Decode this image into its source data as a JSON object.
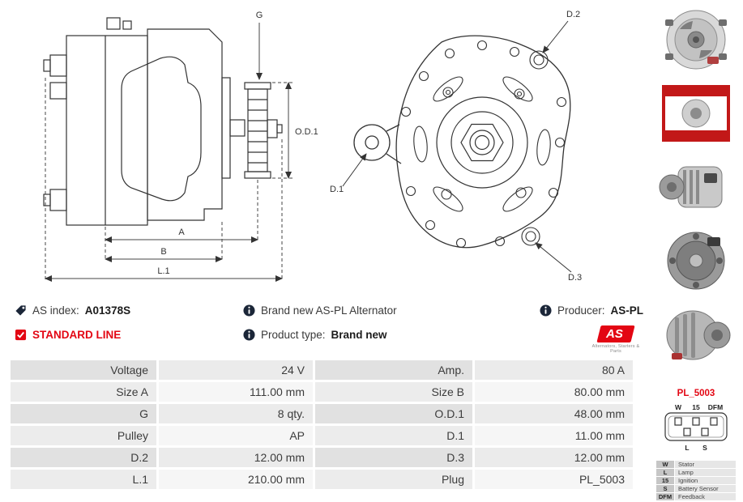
{
  "colors": {
    "accent_red": "#e30613",
    "icon_dark": "#1b2638",
    "line_color": "#333333"
  },
  "drawings": {
    "side": {
      "g": "G",
      "od1": "O.D.1",
      "a": "A",
      "b": "B",
      "l1": "L.1"
    },
    "front": {
      "d1": "D.1",
      "d2": "D.2",
      "d3": "D.3"
    }
  },
  "info": {
    "as_index_label": "AS index:",
    "as_index_value": "A01378S",
    "brand_text": "Brand new AS-PL Alternator",
    "producer_label": "Producer:",
    "producer_value": "AS-PL",
    "standard_line": "STANDARD LINE",
    "product_type_label": "Product type:",
    "product_type_value": "Brand new",
    "logo_text": "AS",
    "logo_caption": "Alternators, Starters & Parts"
  },
  "specs": {
    "rows": [
      {
        "l1": "Voltage",
        "v1": "24 V",
        "l2": "Amp.",
        "v2": "80 A"
      },
      {
        "l1": "Size A",
        "v1": "111.00 mm",
        "l2": "Size B",
        "v2": "80.00 mm"
      },
      {
        "l1": "G",
        "v1": "8 qty.",
        "l2": "O.D.1",
        "v2": "48.00 mm"
      },
      {
        "l1": "Pulley",
        "v1": "AP",
        "l2": "D.1",
        "v2": "11.00 mm"
      },
      {
        "l1": "D.2",
        "v1": "12.00 mm",
        "l2": "D.3",
        "v2": "12.00 mm"
      },
      {
        "l1": "L.1",
        "v1": "210.00 mm",
        "l2": "Plug",
        "v2": "PL_5003"
      }
    ]
  },
  "plug": {
    "name": "PL_5003",
    "pins_top": [
      "W",
      "15",
      "DFM"
    ],
    "pins_bottom": [
      "L",
      "S"
    ],
    "legend": [
      {
        "pin": "W",
        "desc": "Stator"
      },
      {
        "pin": "L",
        "desc": "Lamp"
      },
      {
        "pin": "15",
        "desc": "Ignition"
      },
      {
        "pin": "S",
        "desc": "Battery Sensor"
      },
      {
        "pin": "DFM",
        "desc": "Feedback"
      }
    ]
  },
  "sidebar": {
    "photos": [
      "alternator-photo-front",
      "alternator-photo-packaging",
      "alternator-photo-side",
      "alternator-photo-rear",
      "alternator-photo-angle"
    ]
  }
}
